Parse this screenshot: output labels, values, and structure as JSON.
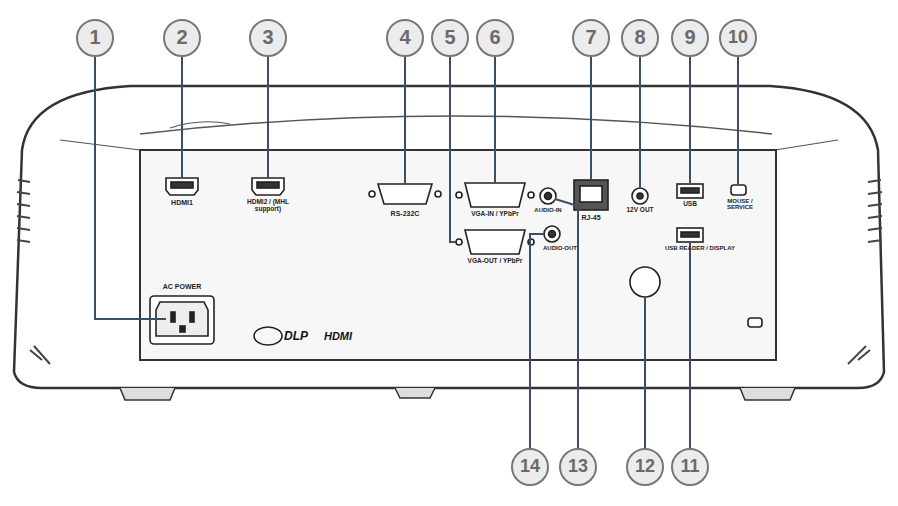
{
  "diagram": {
    "labels": [
      "1",
      "2",
      "3",
      "4",
      "5",
      "6",
      "7",
      "8",
      "9",
      "10",
      "11",
      "12",
      "13",
      "14",
      "AC POWER",
      "HDMI1",
      "HDMI2 / (MHL support)",
      "RS-232C",
      "VGA-IN / YPbPr",
      "VGA-OUT / YPbPr",
      "AUDIO-IN",
      "AUDIO-OUT",
      "RJ-45",
      "12V OUT",
      "USB",
      "MOUSE / SERVICE",
      "USB READER / DISPLAY",
      "DLP",
      "HDMI"
    ]
  }
}
